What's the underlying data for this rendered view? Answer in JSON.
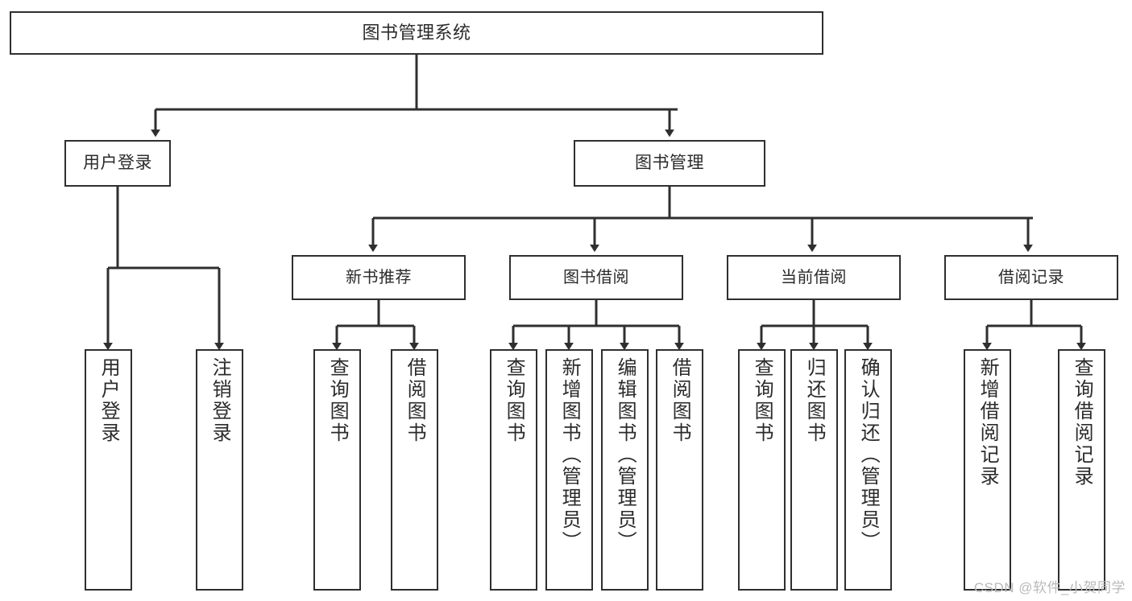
{
  "diagram": {
    "type": "tree",
    "title": "图书管理系统",
    "root": {
      "label": "图书管理系统"
    },
    "level2": [
      {
        "label": "用户登录"
      },
      {
        "label": "图书管理"
      }
    ],
    "level3": [
      {
        "label": "新书推荐"
      },
      {
        "label": "图书借阅"
      },
      {
        "label": "当前借阅"
      },
      {
        "label": "借阅记录"
      }
    ],
    "leaves": [
      {
        "label": "用户登录"
      },
      {
        "label": "注销登录"
      },
      {
        "label": "查询图书"
      },
      {
        "label": "借阅图书"
      },
      {
        "label": "查询图书"
      },
      {
        "label": "新增图书（管理员）"
      },
      {
        "label": "编辑图书（管理员）"
      },
      {
        "label": "借阅图书"
      },
      {
        "label": "查询图书"
      },
      {
        "label": "归还图书"
      },
      {
        "label": "确认归还（管理员）"
      },
      {
        "label": "新增借阅记录"
      },
      {
        "label": "查询借阅记录"
      }
    ]
  },
  "watermark": {
    "text": "CSDN @软件_小贺同学"
  },
  "colors": {
    "stroke": "#2f2f2f",
    "text": "#2b2b2b",
    "background": "#ffffff",
    "watermark": "#b9b9b9"
  }
}
